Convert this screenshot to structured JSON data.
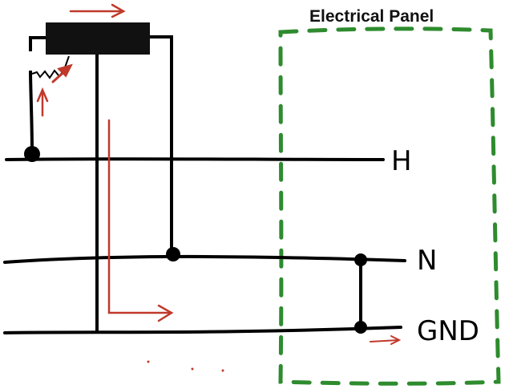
{
  "panel": {
    "title": "Electrical Panel",
    "border_color": "#2e8b2e"
  },
  "lines": {
    "hot_label": "H",
    "neutral_label": "N",
    "ground_label": "GND"
  },
  "colors": {
    "wire": "#000000",
    "current_arrow": "#c0392b",
    "component": "#111111"
  }
}
